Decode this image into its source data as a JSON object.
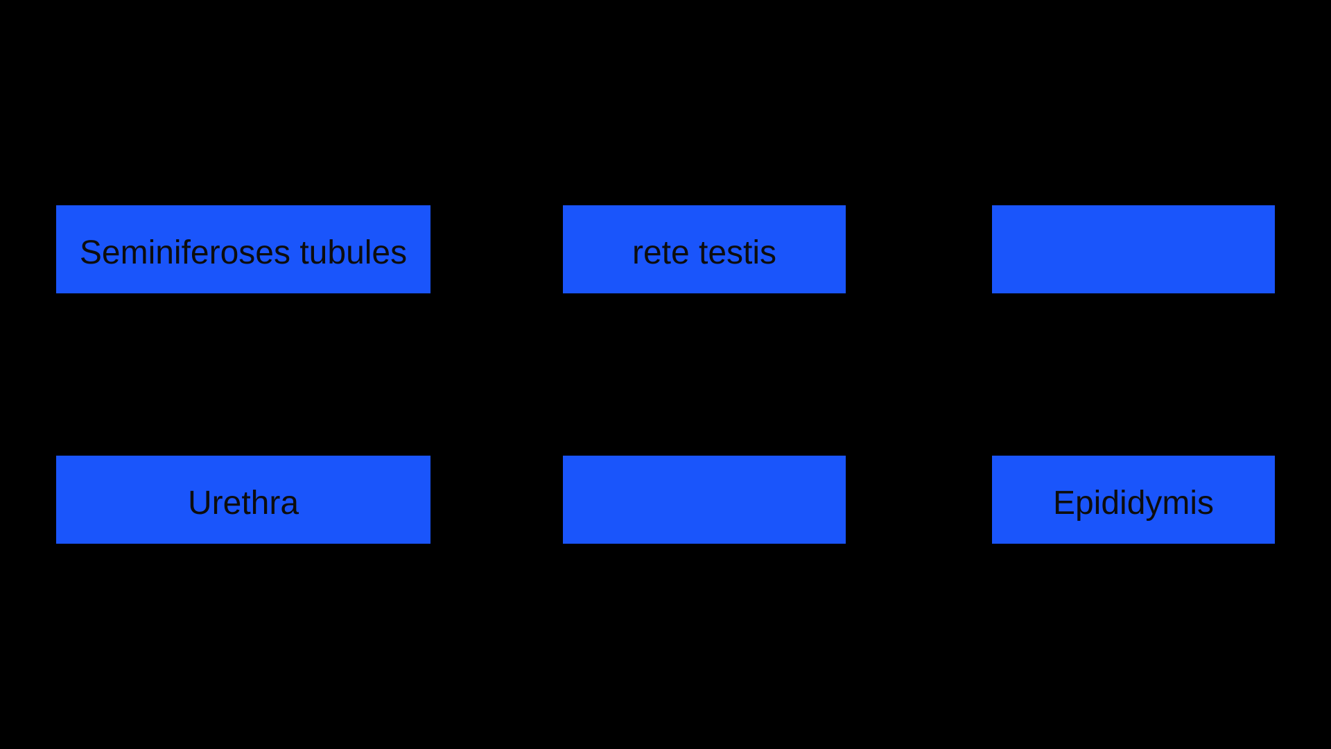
{
  "colors": {
    "background": "#000000",
    "box_fill": "#1a55fb",
    "box_text": "#0d0d0d"
  },
  "boxes": [
    {
      "name": "seminiferoses-tubules",
      "label": "Seminiferoses tubules"
    },
    {
      "name": "rete-testis",
      "label": "rete testis"
    },
    {
      "name": "blank-top-right",
      "label": ""
    },
    {
      "name": "urethra",
      "label": "Urethra"
    },
    {
      "name": "blank-bottom-middle",
      "label": ""
    },
    {
      "name": "epididymis",
      "label": "Epididymis"
    }
  ]
}
